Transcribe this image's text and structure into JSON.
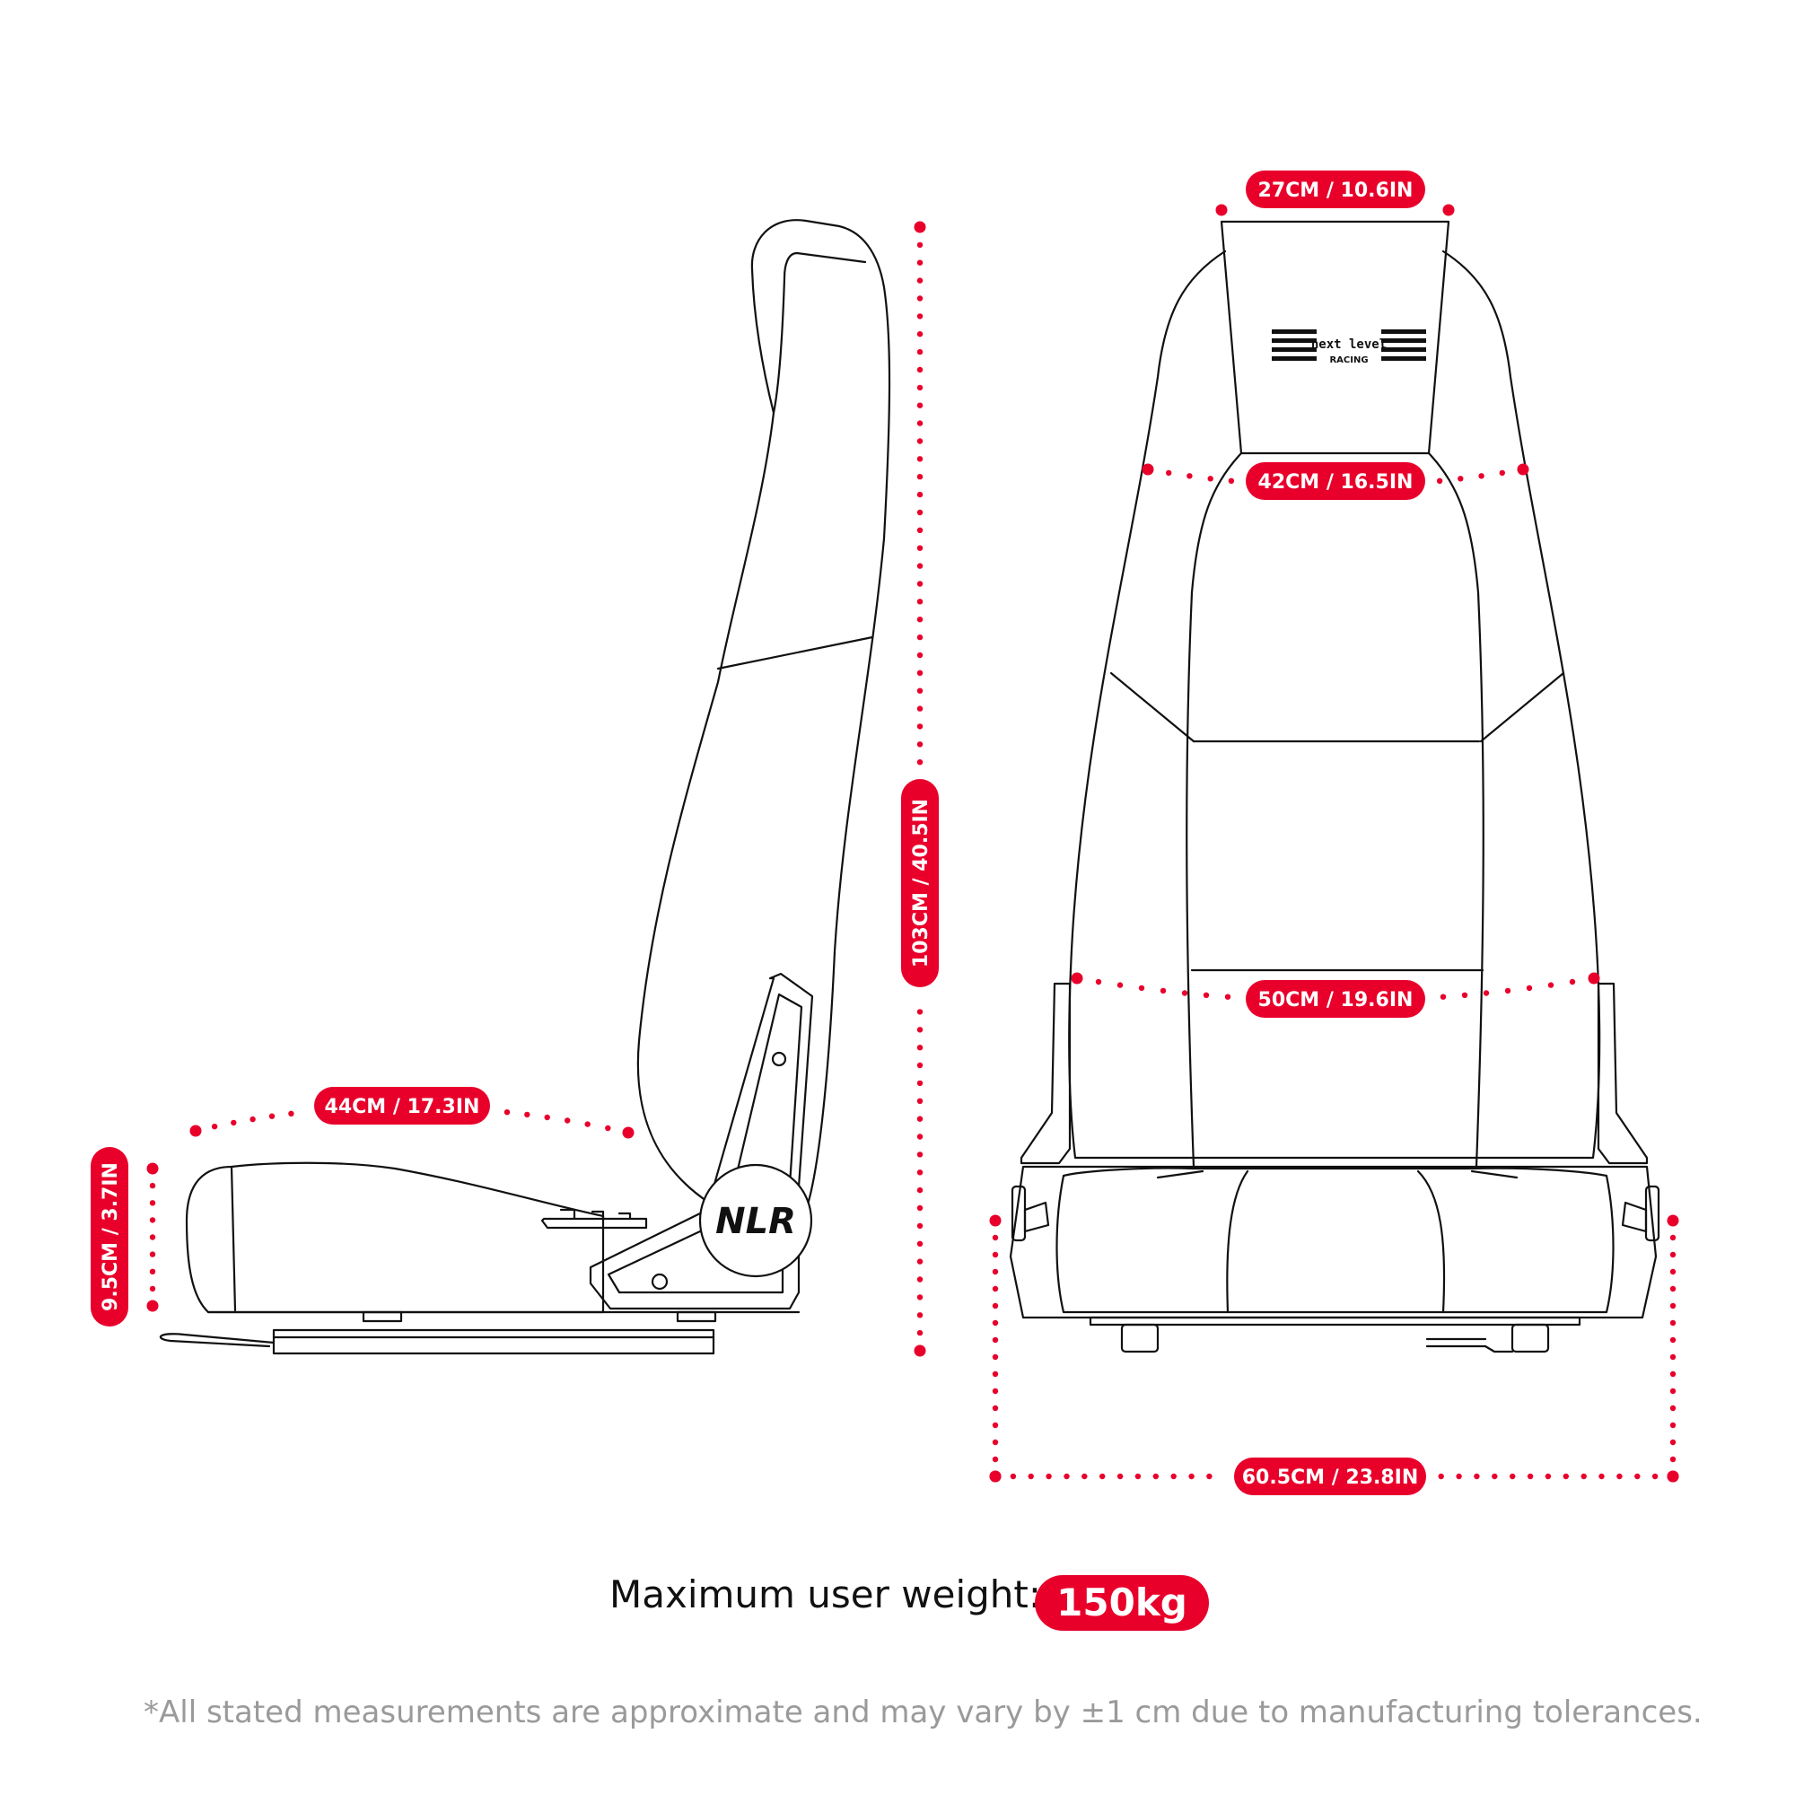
{
  "colors": {
    "accent": "#e8002b",
    "line": "#111111",
    "footnote": "#9a9a9a"
  },
  "side_view": {
    "seat_length_label": "44CM / 17.3IN",
    "rail_height_label": "9.5CM / 3.7IN",
    "total_height_label": "103CM / 40.5IN",
    "badge_logo_text": "NLR"
  },
  "front_view": {
    "headrest_width_label": "27CM / 10.6IN",
    "shoulder_width_label": "42CM / 16.5IN",
    "hip_width_label": "50CM / 19.6IN",
    "total_width_label": "60.5CM / 23.8IN",
    "brand_logo_line1": "next level",
    "brand_logo_line2": "RACING"
  },
  "weight": {
    "label": "Maximum user weight:",
    "value": "150kg"
  },
  "footnote": "*All stated measurements are approximate and may vary by ±1 cm due to manufacturing tolerances."
}
